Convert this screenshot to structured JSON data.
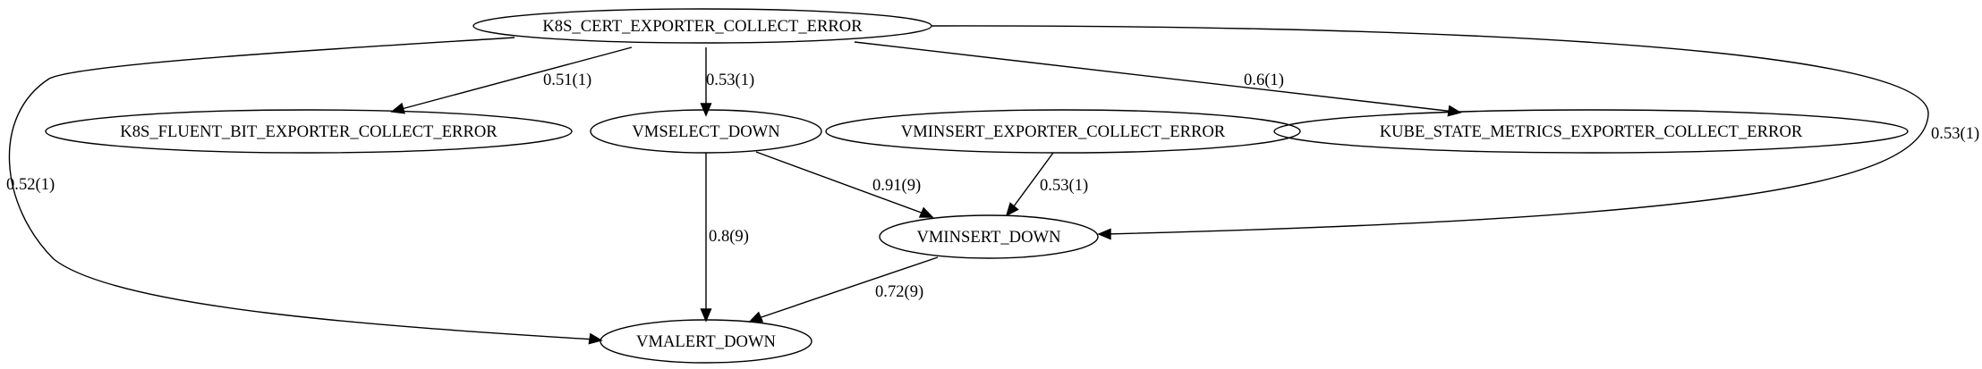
{
  "graph": {
    "nodes": [
      {
        "id": "cert",
        "label": "K8S_CERT_EXPORTER_COLLECT_ERROR"
      },
      {
        "id": "fluent",
        "label": "K8S_FLUENT_BIT_EXPORTER_COLLECT_ERROR"
      },
      {
        "id": "vmselect",
        "label": "VMSELECT_DOWN"
      },
      {
        "id": "vminsert_exp",
        "label": "VMINSERT_EXPORTER_COLLECT_ERROR"
      },
      {
        "id": "kube_state",
        "label": "KUBE_STATE_METRICS_EXPORTER_COLLECT_ERROR"
      },
      {
        "id": "vminsert",
        "label": "VMINSERT_DOWN"
      },
      {
        "id": "vmalert",
        "label": "VMALERT_DOWN"
      }
    ],
    "edges": [
      {
        "id": "cert-fluent",
        "from": "cert",
        "to": "fluent",
        "label": "0.51(1)"
      },
      {
        "id": "cert-vmselect",
        "from": "cert",
        "to": "vmselect",
        "label": "0.53(1)"
      },
      {
        "id": "cert-kube_state",
        "from": "cert",
        "to": "kube_state",
        "label": "0.6(1)"
      },
      {
        "id": "cert-vmalert",
        "from": "cert",
        "to": "vmalert",
        "label": "0.52(1)"
      },
      {
        "id": "cert-vminsert",
        "from": "cert",
        "to": "vminsert",
        "label": "0.53(1)"
      },
      {
        "id": "vmselect-vminsert",
        "from": "vmselect",
        "to": "vminsert",
        "label": "0.91(9)"
      },
      {
        "id": "vmselect-vmalert",
        "from": "vmselect",
        "to": "vmalert",
        "label": "0.8(9)"
      },
      {
        "id": "vminsert_exp-vminsert",
        "from": "vminsert_exp",
        "to": "vminsert",
        "label": "0.53(1)"
      },
      {
        "id": "vminsert-vmalert",
        "from": "vminsert",
        "to": "vmalert",
        "label": "0.72(9)"
      }
    ]
  }
}
